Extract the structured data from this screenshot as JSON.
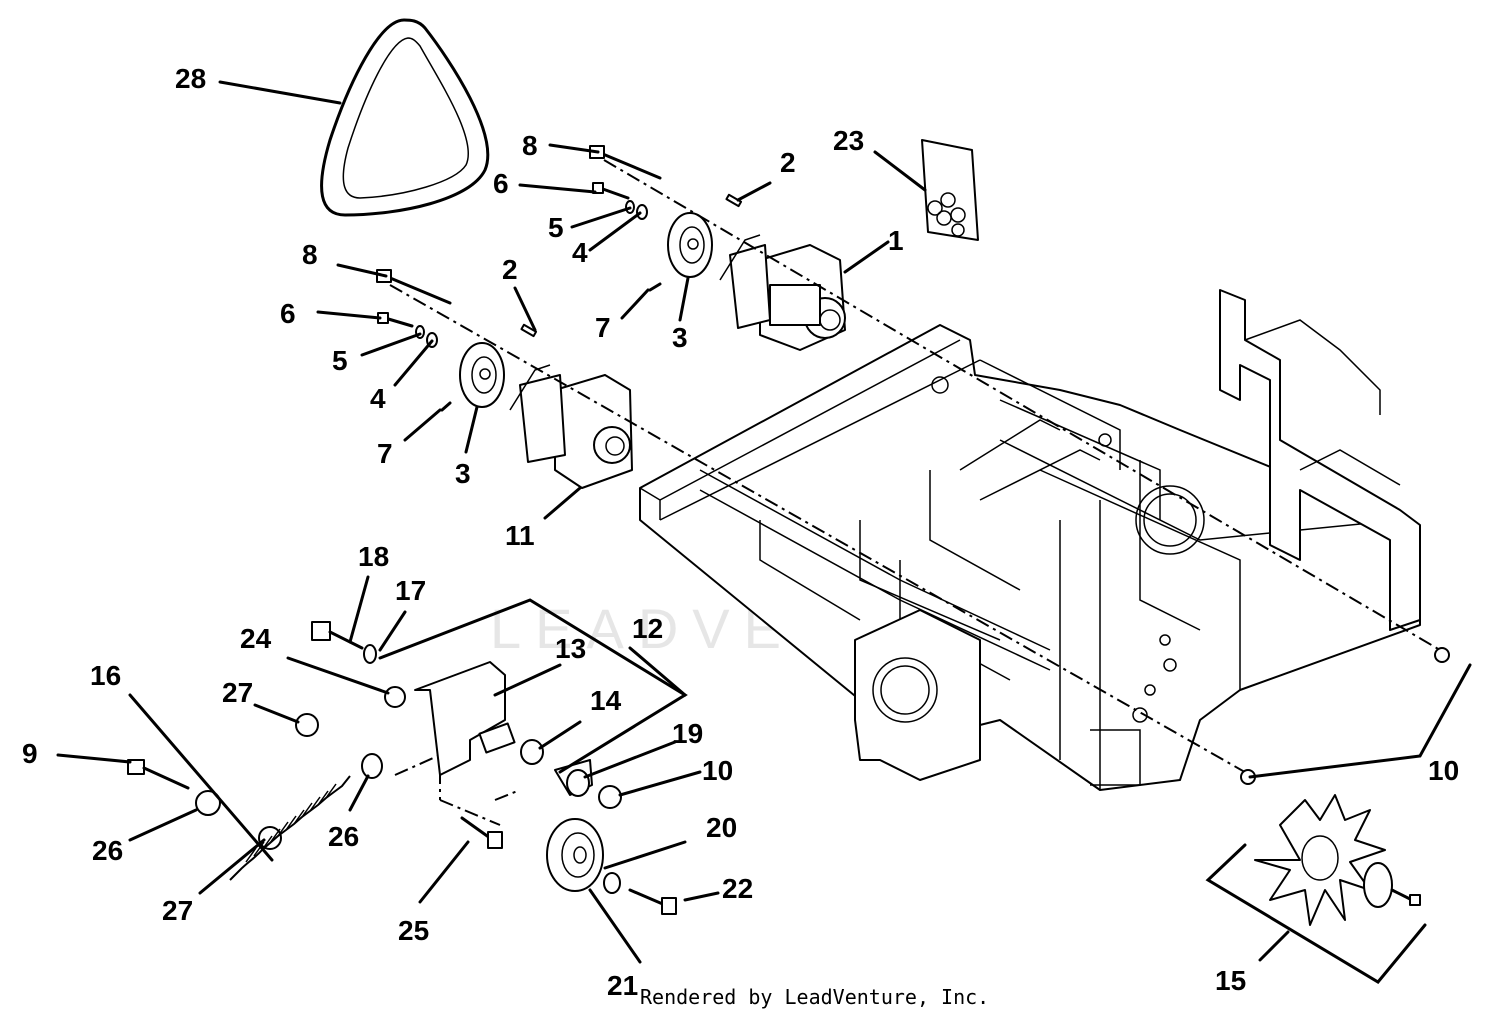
{
  "credit": "Rendered by LeadVenture, Inc.",
  "watermark": "LEADVENTURE",
  "callouts": [
    {
      "id": "28",
      "text": "28"
    },
    {
      "id": "8a",
      "text": "8"
    },
    {
      "id": "2a",
      "text": "2"
    },
    {
      "id": "23",
      "text": "23"
    },
    {
      "id": "6a",
      "text": "6"
    },
    {
      "id": "5a",
      "text": "5"
    },
    {
      "id": "4a",
      "text": "4"
    },
    {
      "id": "1",
      "text": "1"
    },
    {
      "id": "7a",
      "text": "7"
    },
    {
      "id": "3a",
      "text": "3"
    },
    {
      "id": "8b",
      "text": "8"
    },
    {
      "id": "2b",
      "text": "2"
    },
    {
      "id": "6b",
      "text": "6"
    },
    {
      "id": "5b",
      "text": "5"
    },
    {
      "id": "4b",
      "text": "4"
    },
    {
      "id": "7b",
      "text": "7"
    },
    {
      "id": "3b",
      "text": "3"
    },
    {
      "id": "11",
      "text": "11"
    },
    {
      "id": "18",
      "text": "18"
    },
    {
      "id": "17",
      "text": "17"
    },
    {
      "id": "12",
      "text": "12"
    },
    {
      "id": "24",
      "text": "24"
    },
    {
      "id": "13",
      "text": "13"
    },
    {
      "id": "16",
      "text": "16"
    },
    {
      "id": "27a",
      "text": "27"
    },
    {
      "id": "14",
      "text": "14"
    },
    {
      "id": "19",
      "text": "19"
    },
    {
      "id": "9",
      "text": "9"
    },
    {
      "id": "10a",
      "text": "10"
    },
    {
      "id": "10b",
      "text": "10"
    },
    {
      "id": "26a",
      "text": "26"
    },
    {
      "id": "26b",
      "text": "26"
    },
    {
      "id": "20",
      "text": "20"
    },
    {
      "id": "22",
      "text": "22"
    },
    {
      "id": "27b",
      "text": "27"
    },
    {
      "id": "25",
      "text": "25"
    },
    {
      "id": "21",
      "text": "21"
    },
    {
      "id": "15",
      "text": "15"
    }
  ]
}
